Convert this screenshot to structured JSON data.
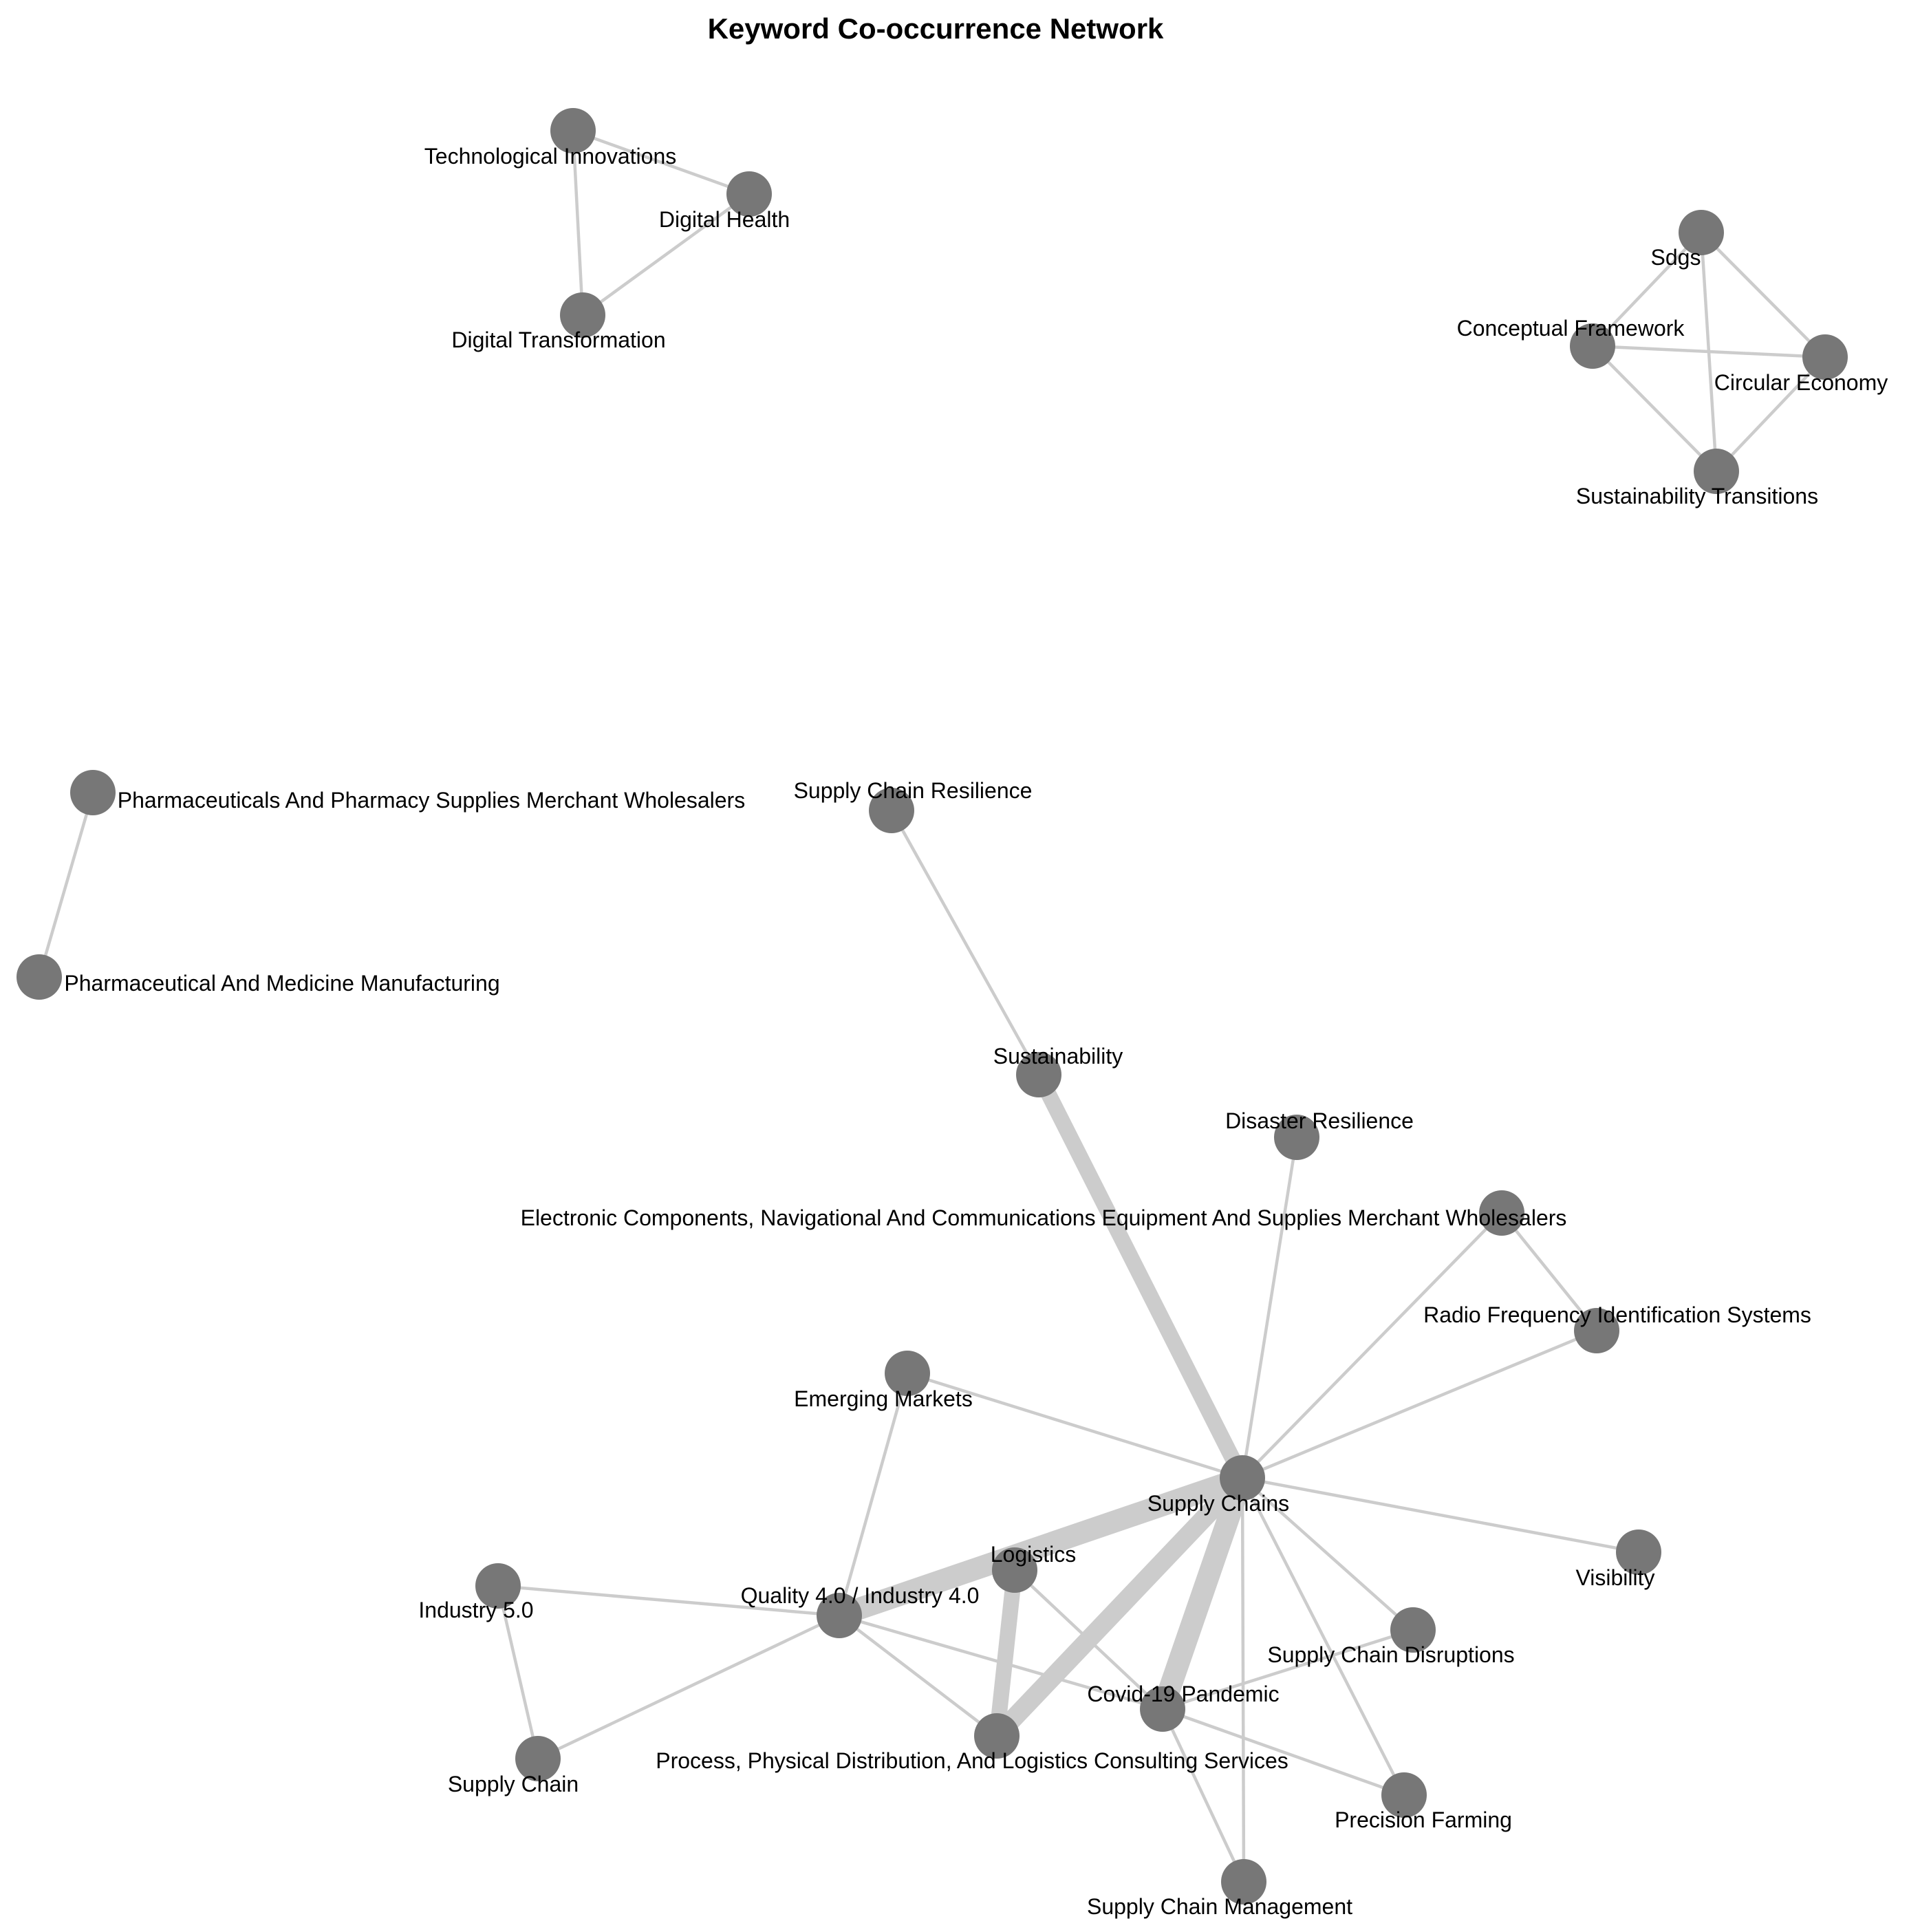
{
  "title": "Keyword Co-occurrence Network",
  "colors": {
    "node": "#777777",
    "edge": "#cccccc",
    "label": "#000000",
    "background": "#ffffff"
  },
  "nodes": [
    {
      "id": "technological-innovations",
      "label": "Technological Innovations"
    },
    {
      "id": "digital-health",
      "label": "Digital Health"
    },
    {
      "id": "digital-transformation",
      "label": "Digital Transformation"
    },
    {
      "id": "sdgs",
      "label": "Sdgs"
    },
    {
      "id": "conceptual-framework",
      "label": "Conceptual Framework"
    },
    {
      "id": "circular-economy",
      "label": "Circular Economy"
    },
    {
      "id": "sustainability-transitions",
      "label": "Sustainability Transitions"
    },
    {
      "id": "pharmaceuticals-wholesalers",
      "label": "Pharmaceuticals And Pharmacy Supplies Merchant Wholesalers"
    },
    {
      "id": "pharmaceutical-manufacturing",
      "label": "Pharmaceutical And Medicine Manufacturing"
    },
    {
      "id": "supply-chain-resilience",
      "label": "Supply Chain Resilience"
    },
    {
      "id": "sustainability",
      "label": "Sustainability"
    },
    {
      "id": "disaster-resilience",
      "label": "Disaster Resilience"
    },
    {
      "id": "electronic-components-wholesalers",
      "label": "Electronic Components, Navigational And Communications Equipment And Supplies Merchant Wholesalers"
    },
    {
      "id": "rfid-systems",
      "label": "Radio Frequency Identification Systems"
    },
    {
      "id": "emerging-markets",
      "label": "Emerging Markets"
    },
    {
      "id": "supply-chains",
      "label": "Supply Chains"
    },
    {
      "id": "visibility",
      "label": "Visibility"
    },
    {
      "id": "logistics",
      "label": "Logistics"
    },
    {
      "id": "industry-5",
      "label": "Industry 5.0"
    },
    {
      "id": "quality-4",
      "label": "Quality 4.0 / Industry 4.0"
    },
    {
      "id": "supply-chain-disruptions",
      "label": "Supply Chain Disruptions"
    },
    {
      "id": "covid-19",
      "label": "Covid-19 Pandemic"
    },
    {
      "id": "supply-chain",
      "label": "Supply Chain"
    },
    {
      "id": "logistics-consulting",
      "label": "Process, Physical Distribution, And Logistics Consulting Services"
    },
    {
      "id": "precision-farming",
      "label": "Precision Farming"
    },
    {
      "id": "supply-chain-management",
      "label": "Supply Chain Management"
    }
  ],
  "edges": [
    {
      "source": "technological-innovations",
      "target": "digital-health",
      "weight": 1
    },
    {
      "source": "technological-innovations",
      "target": "digital-transformation",
      "weight": 1
    },
    {
      "source": "digital-health",
      "target": "digital-transformation",
      "weight": 1
    },
    {
      "source": "sdgs",
      "target": "conceptual-framework",
      "weight": 1
    },
    {
      "source": "sdgs",
      "target": "circular-economy",
      "weight": 1
    },
    {
      "source": "sdgs",
      "target": "sustainability-transitions",
      "weight": 1
    },
    {
      "source": "conceptual-framework",
      "target": "circular-economy",
      "weight": 1
    },
    {
      "source": "conceptual-framework",
      "target": "sustainability-transitions",
      "weight": 1
    },
    {
      "source": "circular-economy",
      "target": "sustainability-transitions",
      "weight": 1
    },
    {
      "source": "pharmaceuticals-wholesalers",
      "target": "pharmaceutical-manufacturing",
      "weight": 1
    },
    {
      "source": "supply-chain-resilience",
      "target": "sustainability",
      "weight": 1
    },
    {
      "source": "sustainability",
      "target": "supply-chains",
      "weight": 5
    },
    {
      "source": "disaster-resilience",
      "target": "supply-chains",
      "weight": 1
    },
    {
      "source": "electronic-components-wholesalers",
      "target": "supply-chains",
      "weight": 1
    },
    {
      "source": "electronic-components-wholesalers",
      "target": "rfid-systems",
      "weight": 1
    },
    {
      "source": "rfid-systems",
      "target": "supply-chains",
      "weight": 1
    },
    {
      "source": "emerging-markets",
      "target": "supply-chains",
      "weight": 1
    },
    {
      "source": "emerging-markets",
      "target": "quality-4",
      "weight": 1
    },
    {
      "source": "supply-chains",
      "target": "visibility",
      "weight": 1
    },
    {
      "source": "supply-chains",
      "target": "quality-4",
      "weight": 7
    },
    {
      "source": "supply-chains",
      "target": "logistics-consulting",
      "weight": 6
    },
    {
      "source": "supply-chains",
      "target": "covid-19",
      "weight": 7
    },
    {
      "source": "supply-chains",
      "target": "supply-chain-disruptions",
      "weight": 1
    },
    {
      "source": "supply-chains",
      "target": "precision-farming",
      "weight": 1
    },
    {
      "source": "supply-chains",
      "target": "supply-chain-management",
      "weight": 1
    },
    {
      "source": "logistics",
      "target": "logistics-consulting",
      "weight": 5
    },
    {
      "source": "logistics",
      "target": "covid-19",
      "weight": 1
    },
    {
      "source": "quality-4",
      "target": "industry-5",
      "weight": 1
    },
    {
      "source": "quality-4",
      "target": "supply-chain",
      "weight": 1
    },
    {
      "source": "quality-4",
      "target": "logistics-consulting",
      "weight": 1
    },
    {
      "source": "quality-4",
      "target": "covid-19",
      "weight": 1
    },
    {
      "source": "industry-5",
      "target": "supply-chain",
      "weight": 1
    },
    {
      "source": "covid-19",
      "target": "supply-chain-disruptions",
      "weight": 1
    },
    {
      "source": "covid-19",
      "target": "precision-farming",
      "weight": 1
    },
    {
      "source": "covid-19",
      "target": "supply-chain-management",
      "weight": 1
    }
  ]
}
